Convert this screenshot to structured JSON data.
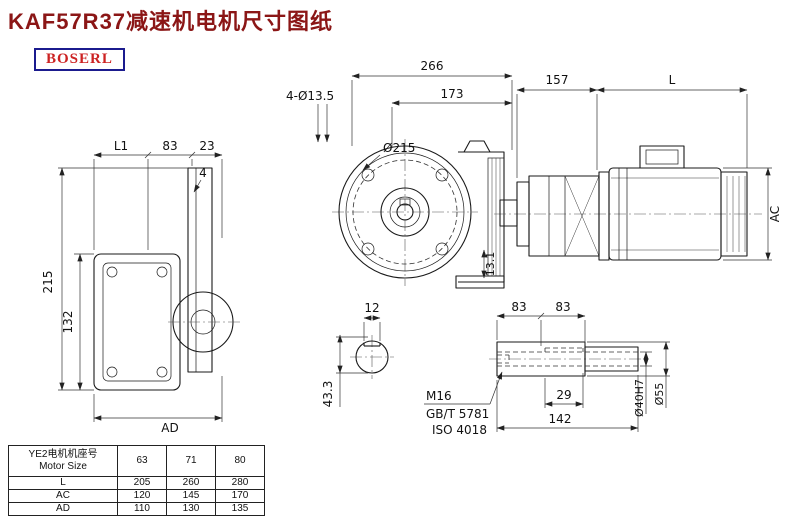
{
  "page": {
    "title": "KAF57R37减速机电机尺寸图纸",
    "logo_text": "BOSERL"
  },
  "colors": {
    "title": "#8b1616",
    "logo_border": "#1b1b8e",
    "logo_text": "#cc2222",
    "line": "#1a1a1a"
  },
  "views": {
    "side_view": {
      "dim_L1": "L1",
      "dim_83": "83",
      "dim_23": "23",
      "dim_4": "4",
      "dim_215": "215",
      "dim_132": "132",
      "dim_AD": "AD"
    },
    "front_view": {
      "dim_266": "266",
      "dim_173": "173",
      "dim_bolt_holes": "4-Ø13.5",
      "dim_flange": "Ø215",
      "dim_13_1": "13.1"
    },
    "motor_view": {
      "dim_157": "157",
      "dim_L": "L",
      "dim_AC": "AC"
    },
    "shaft_section_view": {
      "dim_12": "12",
      "dim_43_3": "43.3",
      "note_m16": "M16",
      "note_gb": "GB/T 5781",
      "note_iso": "ISO 4018"
    },
    "shaft_detail_view": {
      "dim_83_left": "83",
      "dim_83_right": "83",
      "dim_29": "29",
      "dim_142": "142",
      "dim_bore": "Ø40H7",
      "dim_od": "Ø55"
    }
  },
  "table": {
    "header": {
      "line1": "YE2电机机座号",
      "line2": "Motor Size",
      "sizes": [
        "63",
        "71",
        "80"
      ]
    },
    "rows": [
      {
        "label": "L",
        "values": [
          "205",
          "260",
          "280"
        ]
      },
      {
        "label": "AC",
        "values": [
          "120",
          "145",
          "170"
        ]
      },
      {
        "label": "AD",
        "values": [
          "110",
          "130",
          "135"
        ]
      }
    ]
  }
}
